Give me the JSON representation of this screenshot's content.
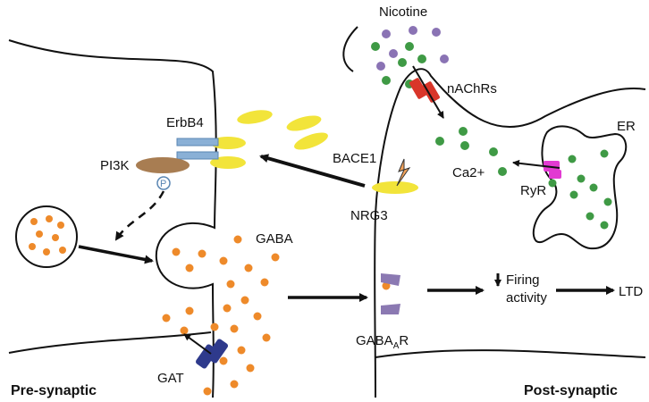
{
  "labels": {
    "nicotine": "Nicotine",
    "nachrs": "nAChRs",
    "erbb4": "ErbB4",
    "pi3k": "PI3K",
    "p": "P",
    "bace1": "BACE1",
    "ca2": "Ca2+",
    "er": "ER",
    "ryr": "RyR",
    "nrg3": "NRG3",
    "gaba": "GABA",
    "gabaa_r": {
      "main": "GABA",
      "sub": "A",
      "end": "R"
    },
    "firing": "Firing",
    "activity": "activity",
    "ltd": "LTD",
    "gat": "GAT",
    "presynaptic": "Pre-synaptic",
    "postsynaptic": "Post-synaptic"
  },
  "colors": {
    "gaba_dot": "#ee8a2a",
    "calcium_dot": "#3f9a45",
    "nicotine_dot": "#8a73b4",
    "nrg3": "#f2e43a",
    "erbb4": "#8ab0d6",
    "pi3k": "#a87d52",
    "nachr": "#d9362a",
    "ryr": "#e23ad2",
    "gabaa_receptor": "#8b79b2",
    "gat": "#2e3a8c"
  }
}
